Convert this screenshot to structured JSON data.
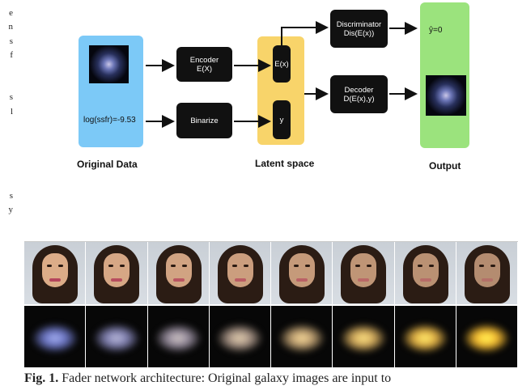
{
  "margin_chars": [
    "e",
    "n",
    "s",
    "f",
    "",
    "",
    "s",
    "l",
    "",
    "",
    "",
    "",
    "",
    "s",
    "y",
    "",
    "",
    ""
  ],
  "diagram": {
    "original_data_label": "Original Data",
    "ssfr_label": "log(ssfr)=-9.53",
    "encoder": [
      "Encoder",
      "E(X)"
    ],
    "binarize": "Binarize",
    "latent_ex": "E(x)",
    "latent_y": "y",
    "latent_space_label": "Latent space",
    "discriminator": [
      "Discriminator",
      "Dis(E(x))"
    ],
    "decoder": [
      "Decoder",
      "D(E(x),y)"
    ],
    "y_hat_label": "ŷ=0",
    "output_label": "Output",
    "colors": {
      "blue_box": "#7cc9f7",
      "yellow_box": "#f8d46a",
      "green_box": "#9be37d",
      "block": "#111111"
    }
  },
  "strips": {
    "faces_count": 8,
    "galaxy_count": 8
  },
  "caption": {
    "label": "Fig. 1.",
    "text": "Fader network architecture: Original galaxy images are input to"
  }
}
